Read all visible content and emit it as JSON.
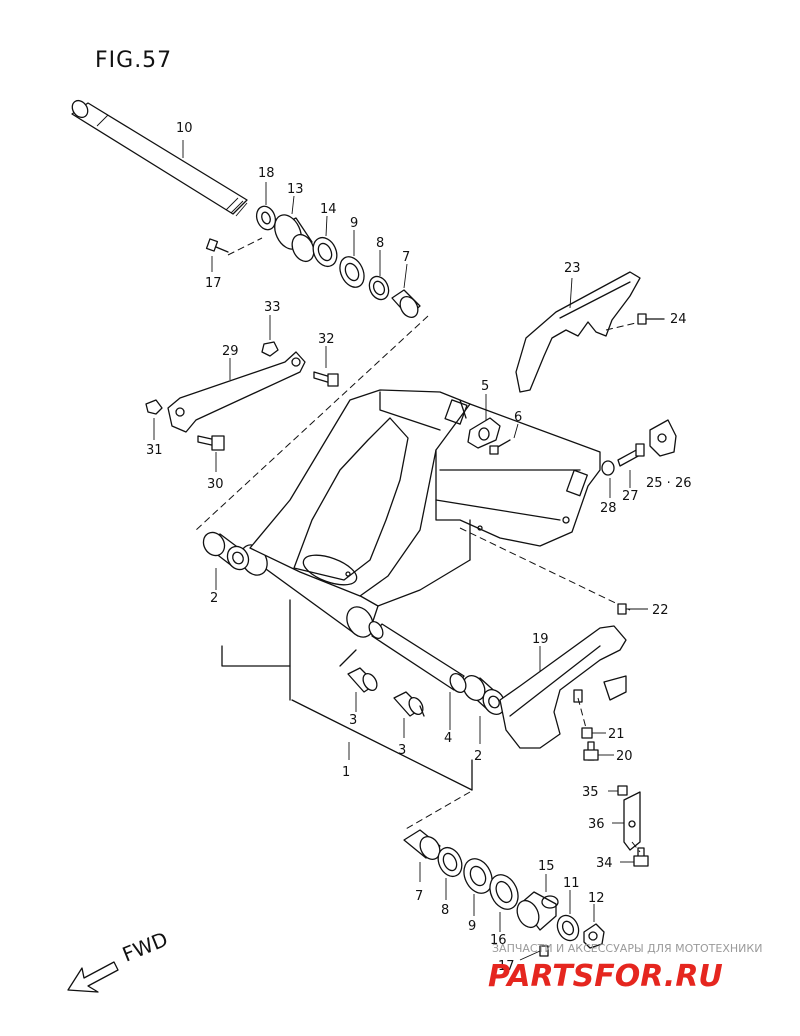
{
  "figure": {
    "title": "FIG.57"
  },
  "direction": {
    "label": "FWD"
  },
  "watermark": {
    "caption": "ЗАПЧАСТИ И АКСЕССУАРЫ ДЛЯ МОТОТЕХНИКИ",
    "brand": "PARTSFOR.RU",
    "brand_color": "#e5261f"
  },
  "callouts": {
    "p1": "1",
    "p2a": "2",
    "p2b": "2",
    "p3a": "3",
    "p3b": "3",
    "p4": "4",
    "p5": "5",
    "p6": "6",
    "p7a": "7",
    "p7b": "7",
    "p8a": "8",
    "p8b": "8",
    "p9a": "9",
    "p9b": "9",
    "p10": "10",
    "p11": "11",
    "p12": "12",
    "p13": "13",
    "p14": "14",
    "p15": "15",
    "p16": "16",
    "p17a": "17",
    "p17b": "17",
    "p18": "18",
    "p19": "19",
    "p20": "20",
    "p21": "21",
    "p22": "22",
    "p23": "23",
    "p24": "24",
    "p2526": "25 · 26",
    "p27": "27",
    "p28": "28",
    "p29": "29",
    "p30": "30",
    "p31": "31",
    "p32": "32",
    "p33": "33",
    "p34": "34",
    "p35": "35",
    "p36": "36"
  }
}
